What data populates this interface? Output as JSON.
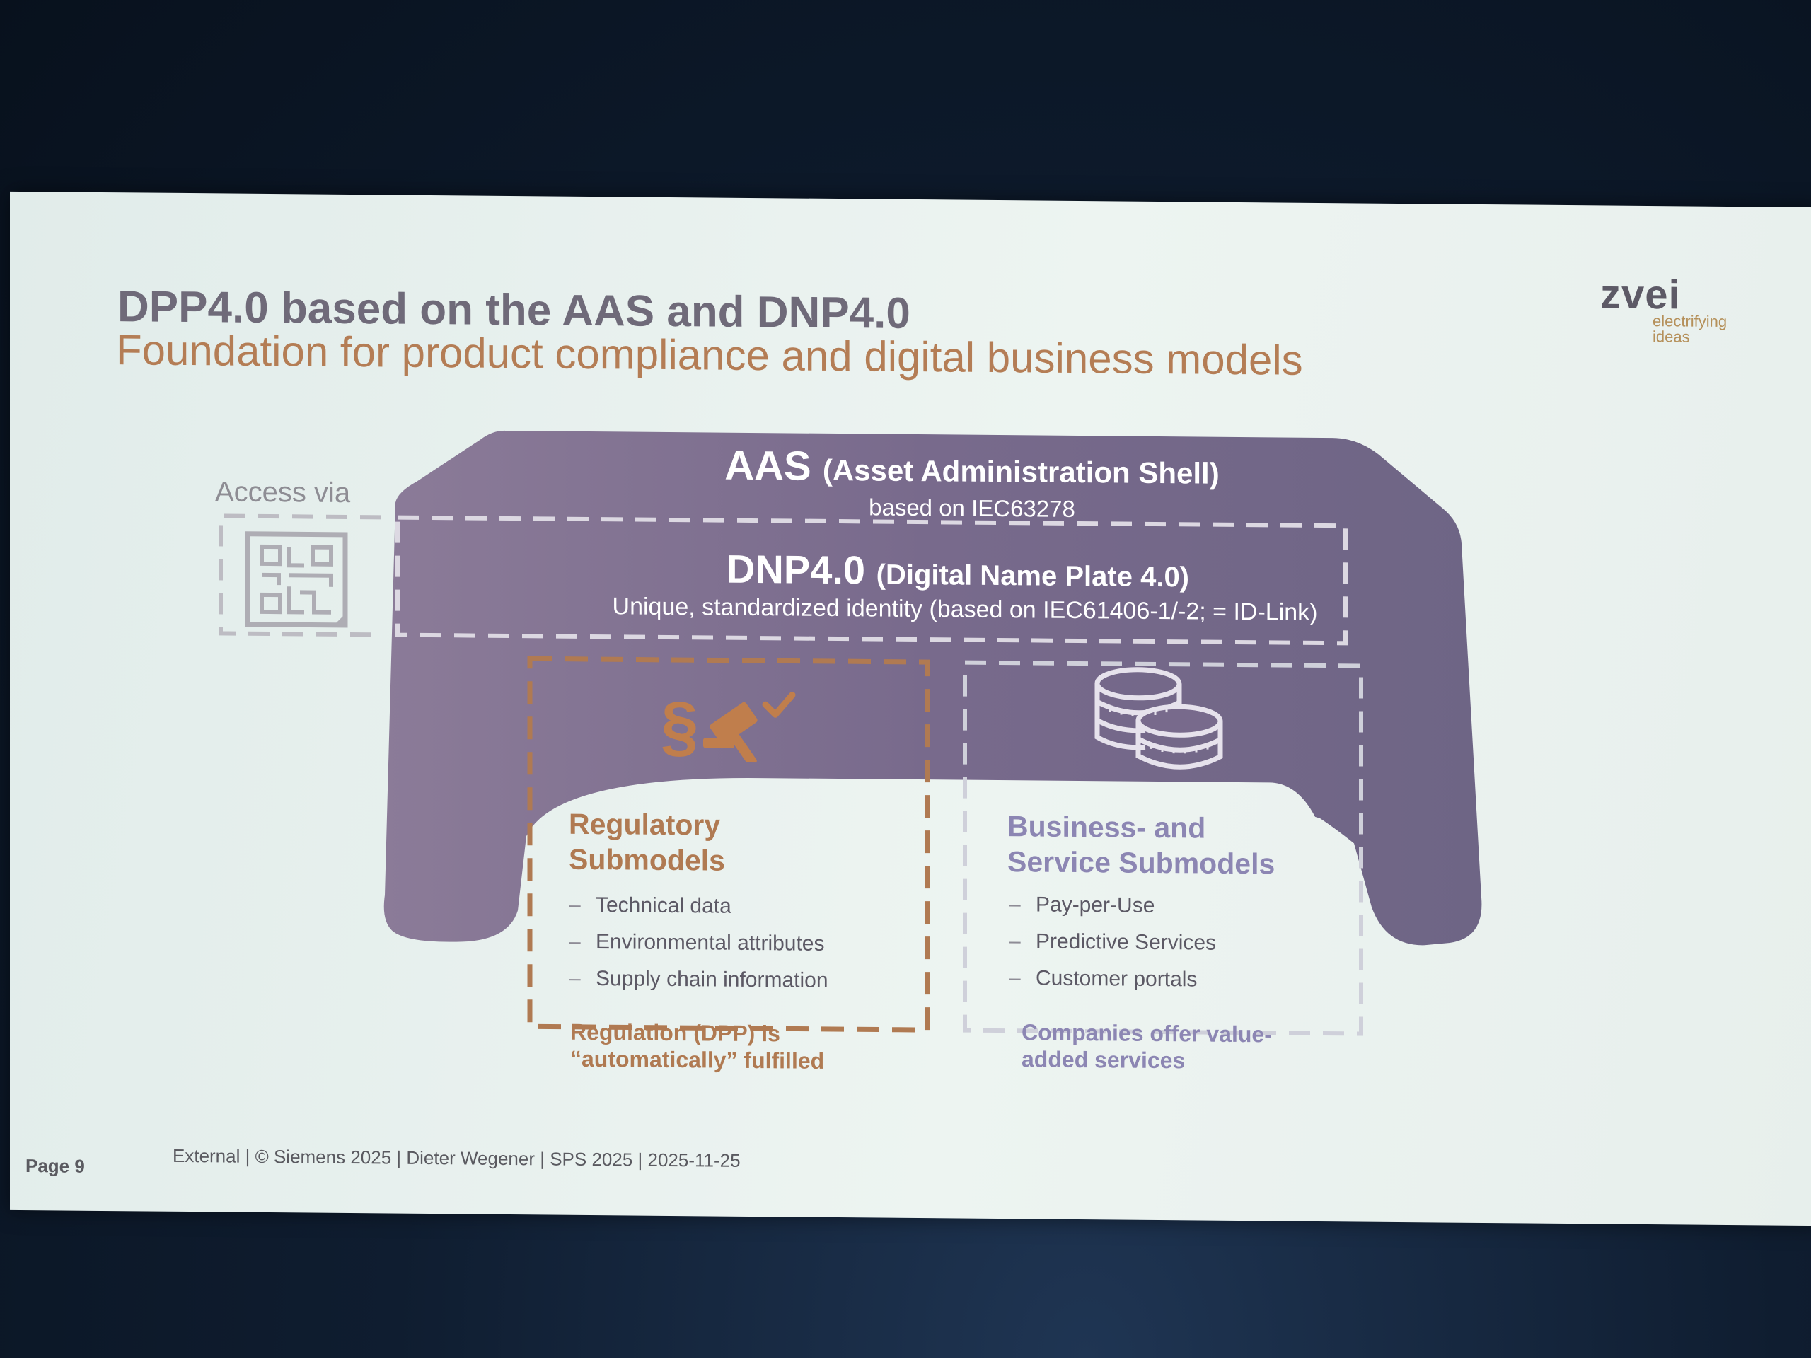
{
  "slide": {
    "title": "DPP4.0 based on the AAS and DNP4.0",
    "subtitle": "Foundation for product compliance and digital business models"
  },
  "logo": {
    "name": "zvei",
    "tagline": "electrifying ideas"
  },
  "access": {
    "label": "Access via",
    "icon": "qr-code-icon"
  },
  "aas": {
    "name": "AAS",
    "full_name": "(Asset Administration Shell)",
    "basis": "based on IEC63278"
  },
  "dnp": {
    "name": "DNP4.0",
    "full_name": "(Digital Name Plate 4.0)",
    "description": "Unique, standardized identity (based on IEC61406-1/-2; = ID-Link)"
  },
  "regulatory": {
    "icon": "section-gavel-check-icon",
    "heading_line1": "Regulatory",
    "heading_line2": "Submodels",
    "items": [
      "Technical data",
      "Environmental attributes",
      "Supply chain information"
    ],
    "note_line1": "Regulation (DPP) is",
    "note_line2": "“automatically” fulfilled"
  },
  "business": {
    "icon": "coins-icon",
    "heading_line1": "Business- and",
    "heading_line2": "Service Submodels",
    "items": [
      "Pay-per-Use",
      "Predictive Services",
      "Customer portals"
    ],
    "note_line1": "Companies offer value-",
    "note_line2": "added services"
  },
  "footer": {
    "page": "Page 9",
    "text": "External | © Siemens 2025 | Dieter Wegener | SPS 2025 | 2025-11-25"
  },
  "colors": {
    "shell": "#7c6c8e",
    "regulatory": "#b07a52",
    "business": "#8c86b3",
    "title": "#6f6a79",
    "subtitle": "#b47d55"
  },
  "dash_glyph": "–"
}
